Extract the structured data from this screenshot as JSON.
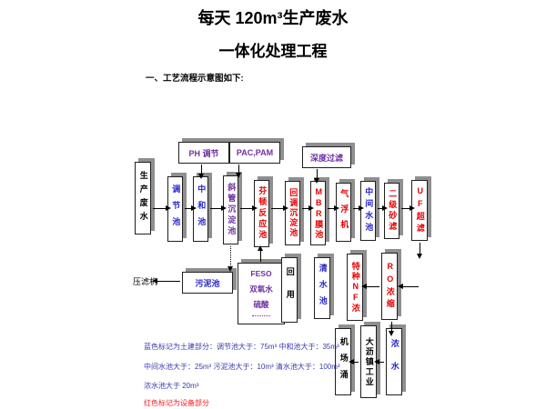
{
  "page": {
    "title": "每天 120m³生产废水",
    "subtitle": "一体化处理工程"
  },
  "diagram": {
    "heading": "一、工艺流程示意图如下:",
    "main_flow": [
      {
        "label": "生产废水",
        "category": "source"
      },
      {
        "label": "调节池",
        "category": "civil"
      },
      {
        "label": "中和池",
        "category": "civil"
      },
      {
        "label": "斜管沉淀池",
        "category": "chemical"
      },
      {
        "label": "芬顿反应池",
        "category": "equipment"
      },
      {
        "label": "回调沉淀池",
        "category": "equipment"
      },
      {
        "label": "MBR膜池",
        "category": "equipment"
      },
      {
        "label": "气浮机",
        "category": "equipment"
      },
      {
        "label": "中间水池",
        "category": "civil"
      },
      {
        "label": "二级砂滤",
        "category": "equipment"
      },
      {
        "label": "UF超滤",
        "category": "equipment"
      }
    ],
    "dosing_top": [
      {
        "label": "PH 调节"
      },
      {
        "label": "PAC,PAM"
      },
      {
        "label": "深度过滤"
      }
    ],
    "sludge_line": {
      "press_label": "压滤机",
      "tank_label": "污泥池"
    },
    "dosing_box": {
      "lines": [
        "FESO",
        "双氧水",
        "硫酸"
      ]
    },
    "secondary_flow": [
      {
        "label": "回用",
        "category": "reuse"
      },
      {
        "label": "清水池",
        "category": "civil"
      },
      {
        "label": "特种NF浓",
        "category": "equipment"
      },
      {
        "label": "RO浓缩",
        "category": "equipment"
      }
    ],
    "discharge_flow": [
      {
        "label": "机场涌",
        "category": "discharge"
      },
      {
        "label": "大沥镇工业",
        "category": "discharge"
      },
      {
        "label": "浓水",
        "category": "civil"
      }
    ]
  },
  "legend": {
    "line1": "蓝色标记为土建部分：调节池大于：75m³ 中和池大于：35m³",
    "line2": "中间水池大于：25m³ 污泥池大于：10m³ 清水池大于：100m³",
    "line3": "浓水池大于 20m³",
    "line4": "红色标记为设备部分"
  },
  "colors": {
    "civil_blue": "#2626cc",
    "equipment_red": "#e60000",
    "chemical_purple": "#7030a0",
    "note_blue": "#3939b0",
    "note_red": "#ff1a1a",
    "shadow": "#8f8f8f"
  }
}
